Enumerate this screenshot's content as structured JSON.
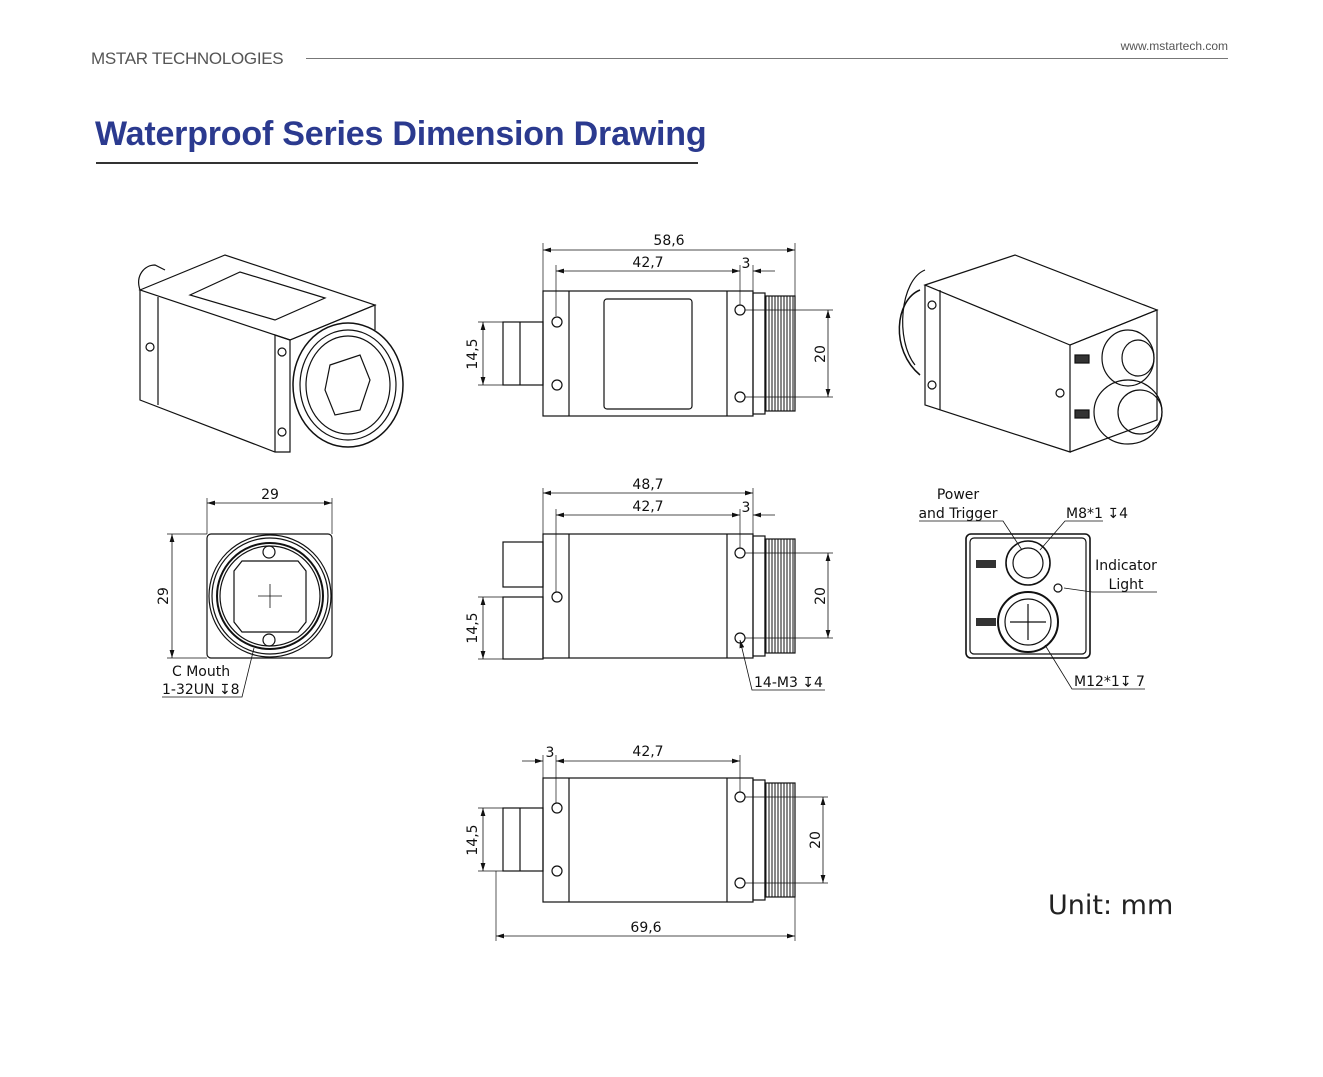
{
  "header": {
    "company": "MSTAR TECHNOLOGIES",
    "website": "www.mstartech.com"
  },
  "title": "Waterproof Series Dimension Drawing",
  "colors": {
    "title": "#2b3a8f",
    "line": "#111111"
  },
  "top_view": {
    "overall_length": "58,6",
    "body_length": "42,7",
    "flange": "3",
    "connector_spacing": "14,5",
    "thread_height": "20"
  },
  "side_view": {
    "overall_length": "48,7",
    "body_length": "42,7",
    "flange": "3",
    "connector_spacing": "14,5",
    "thread_height": "20",
    "mount_holes": "14-M3 ↧4"
  },
  "bottom_view": {
    "flange": "3",
    "body_length": "42,7",
    "connector_spacing": "14,5",
    "thread_height": "20",
    "total_length": "69,6"
  },
  "front_view": {
    "width": "29",
    "height": "29",
    "mount_label_1": "C Mouth",
    "mount_label_2": "1-32UN ↧8"
  },
  "back_view": {
    "power_label_1": "Power",
    "power_label_2": "and Trigger",
    "m8": "M8*1 ↧4",
    "indicator_1": "Indicator",
    "indicator_2": "Light",
    "m12": "M12*1↧ 7"
  },
  "unit": "Unit: mm"
}
